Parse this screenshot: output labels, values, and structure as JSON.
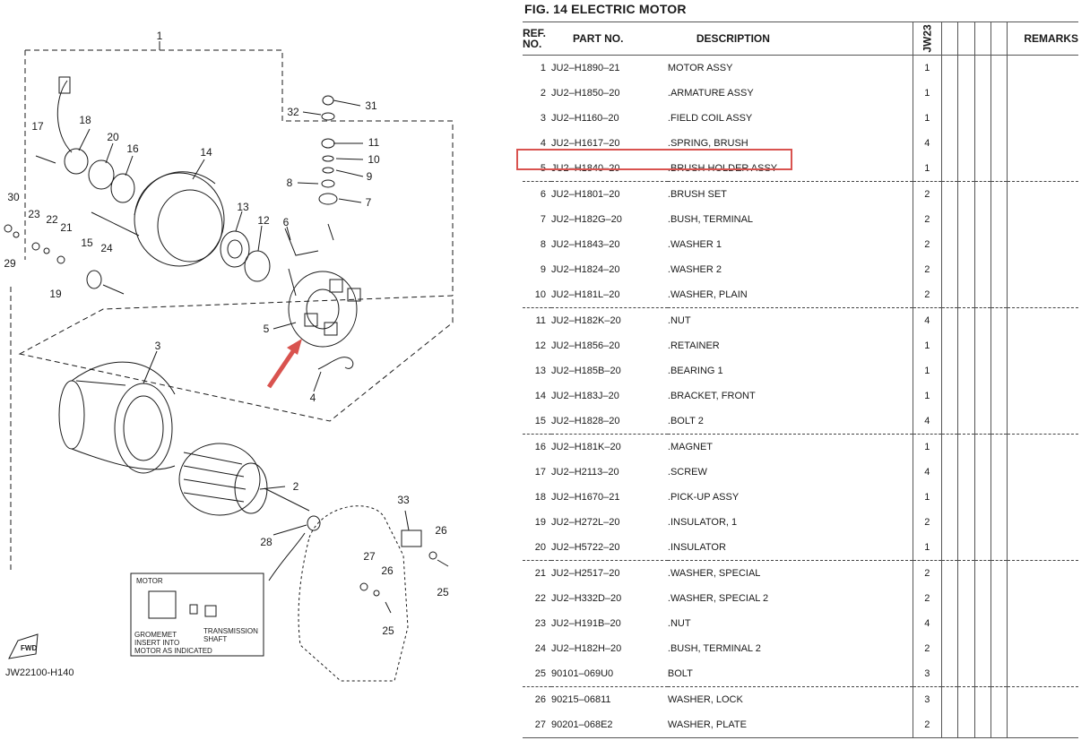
{
  "figure": {
    "title": "FIG.  14   ELECTRIC MOTOR",
    "code": "JW22100-H140"
  },
  "diagram": {
    "callouts": [
      "1",
      "2",
      "3",
      "4",
      "5",
      "6",
      "7",
      "8",
      "9",
      "10",
      "11",
      "12",
      "13",
      "14",
      "15",
      "16",
      "17",
      "18",
      "19",
      "20",
      "21",
      "22",
      "23",
      "24",
      "25",
      "26",
      "27",
      "28",
      "29",
      "30",
      "31",
      "32",
      "33"
    ],
    "inset": {
      "motor": "MOTOR",
      "gromemet": "GROMEMET",
      "insert1": "INSERT INTO",
      "insert2": "MOTOR AS INDICATED",
      "trans1": "TRANSMISSION",
      "trans2": "SHAFT"
    },
    "fwd": "FWD",
    "colors": {
      "highlight": "#d9534f",
      "ink": "#1a1a1a"
    }
  },
  "table": {
    "headers": {
      "ref1": "REF.",
      "ref2": "NO.",
      "part": "PART NO.",
      "desc": "DESCRIPTION",
      "model": "JW23",
      "remarks": "REMARKS"
    },
    "highlight_ref": "5",
    "rows": [
      {
        "ref": "1",
        "part": "JU2–H1890–21",
        "desc": "MOTOR ASSY",
        "qty": "1"
      },
      {
        "ref": "2",
        "part": "JU2–H1850–20",
        "desc": ".ARMATURE ASSY",
        "qty": "1"
      },
      {
        "ref": "3",
        "part": "JU2–H1160–20",
        "desc": ".FIELD COIL ASSY",
        "qty": "1"
      },
      {
        "ref": "4",
        "part": "JU2–H1617–20",
        "desc": ".SPRING, BRUSH",
        "qty": "4"
      },
      {
        "ref": "5",
        "part": "JU2–H1840–20",
        "desc": ".BRUSH HOLDER ASSY",
        "qty": "1"
      },
      {
        "ref": "6",
        "part": "JU2–H1801–20",
        "desc": ".BRUSH SET",
        "qty": "2"
      },
      {
        "ref": "7",
        "part": "JU2–H182G–20",
        "desc": ".BUSH, TERMINAL",
        "qty": "2"
      },
      {
        "ref": "8",
        "part": "JU2–H1843–20",
        "desc": ".WASHER 1",
        "qty": "2"
      },
      {
        "ref": "9",
        "part": "JU2–H1824–20",
        "desc": ".WASHER 2",
        "qty": "2"
      },
      {
        "ref": "10",
        "part": "JU2–H181L–20",
        "desc": ".WASHER, PLAIN",
        "qty": "2"
      },
      {
        "ref": "11",
        "part": "JU2–H182K–20",
        "desc": ".NUT",
        "qty": "4"
      },
      {
        "ref": "12",
        "part": "JU2–H1856–20",
        "desc": ".RETAINER",
        "qty": "1"
      },
      {
        "ref": "13",
        "part": "JU2–H185B–20",
        "desc": ".BEARING 1",
        "qty": "1"
      },
      {
        "ref": "14",
        "part": "JU2–H183J–20",
        "desc": ".BRACKET, FRONT",
        "qty": "1"
      },
      {
        "ref": "15",
        "part": "JU2–H1828–20",
        "desc": ".BOLT 2",
        "qty": "4"
      },
      {
        "ref": "16",
        "part": "JU2–H181K–20",
        "desc": ".MAGNET",
        "qty": "1"
      },
      {
        "ref": "17",
        "part": "JU2–H2113–20",
        "desc": ".SCREW",
        "qty": "4"
      },
      {
        "ref": "18",
        "part": "JU2–H1670–21",
        "desc": ".PICK-UP ASSY",
        "qty": "1"
      },
      {
        "ref": "19",
        "part": "JU2–H272L–20",
        "desc": ".INSULATOR, 1",
        "qty": "2"
      },
      {
        "ref": "20",
        "part": "JU2–H5722–20",
        "desc": ".INSULATOR",
        "qty": "1"
      },
      {
        "ref": "21",
        "part": "JU2–H2517–20",
        "desc": ".WASHER, SPECIAL",
        "qty": "2"
      },
      {
        "ref": "22",
        "part": "JU2–H332D–20",
        "desc": ".WASHER, SPECIAL 2",
        "qty": "2"
      },
      {
        "ref": "23",
        "part": "JU2–H191B–20",
        "desc": ".NUT",
        "qty": "4"
      },
      {
        "ref": "24",
        "part": "JU2–H182H–20",
        "desc": ".BUSH, TERMINAL 2",
        "qty": "2"
      },
      {
        "ref": "25",
        "part": "90101–069U0",
        "desc": "BOLT",
        "qty": "3"
      },
      {
        "ref": "26",
        "part": "90215–06811",
        "desc": "WASHER, LOCK",
        "qty": "3"
      },
      {
        "ref": "27",
        "part": "90201–068E2",
        "desc": "WASHER, PLATE",
        "qty": "2"
      }
    ]
  }
}
